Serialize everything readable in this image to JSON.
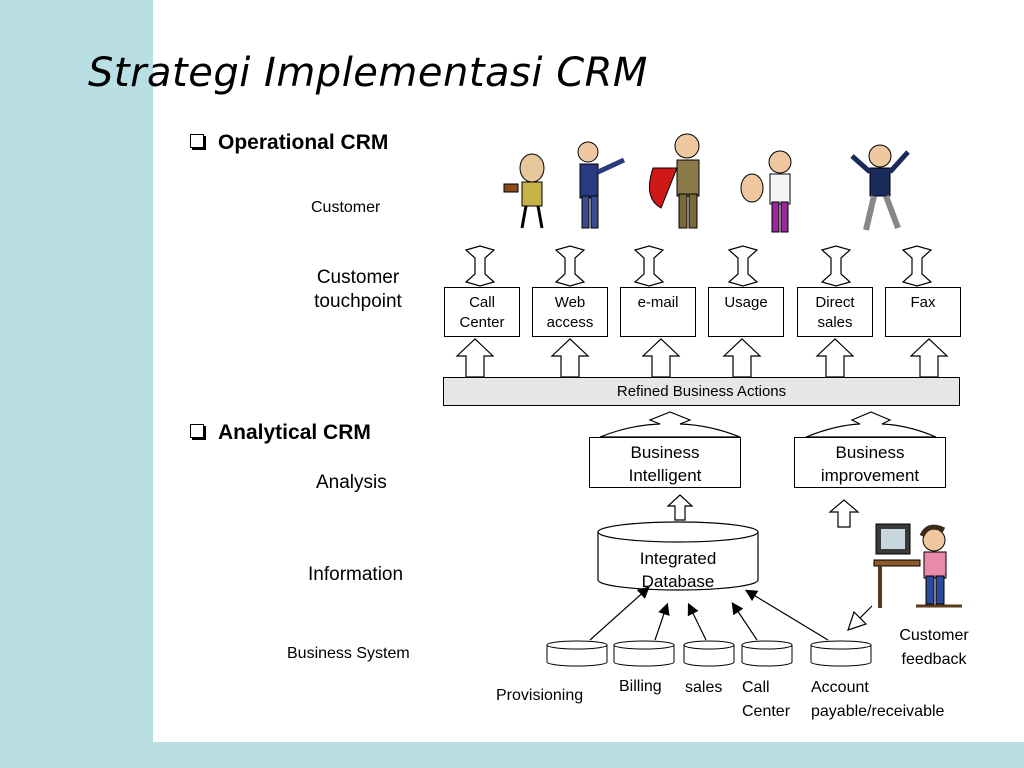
{
  "title": "Strategi Implementasi CRM",
  "sections": {
    "operational": "Operational CRM",
    "analytical": "Analytical CRM"
  },
  "row_labels": {
    "customer": "Customer",
    "touchpoint_1": "Customer",
    "touchpoint_2": "touchpoint",
    "analysis": "Analysis",
    "information": "Information",
    "business_system": "Business System"
  },
  "touchpoints": [
    {
      "line1": "Call",
      "line2": "Center"
    },
    {
      "line1": "Web",
      "line2": "access"
    },
    {
      "line1": "e-mail",
      "line2": ""
    },
    {
      "line1": "Usage",
      "line2": ""
    },
    {
      "line1": "Direct",
      "line2": "sales"
    },
    {
      "line1": "Fax",
      "line2": ""
    }
  ],
  "refined": "Refined Business Actions",
  "business_intelligent": {
    "line1": "Business",
    "line2": "Intelligent"
  },
  "business_improvement": {
    "line1": "Business",
    "line2": "improvement"
  },
  "database": {
    "line1": "Integrated",
    "line2": "Database"
  },
  "systems": {
    "provisioning": "Provisioning",
    "billing": "Billing",
    "sales": "sales",
    "call_center_1": "Call",
    "call_center_2": "Center",
    "account_1": "Account",
    "account_2": "payable/receivable"
  },
  "feedback": {
    "line1": "Customer",
    "line2": "feedback"
  },
  "colors": {
    "side_bar": "#b9dfe4",
    "refined_fill": "#e6e6e6"
  },
  "icons": [
    "customer-character-icon",
    "computer-user-icon",
    "checkbox-bullet-icon"
  ]
}
